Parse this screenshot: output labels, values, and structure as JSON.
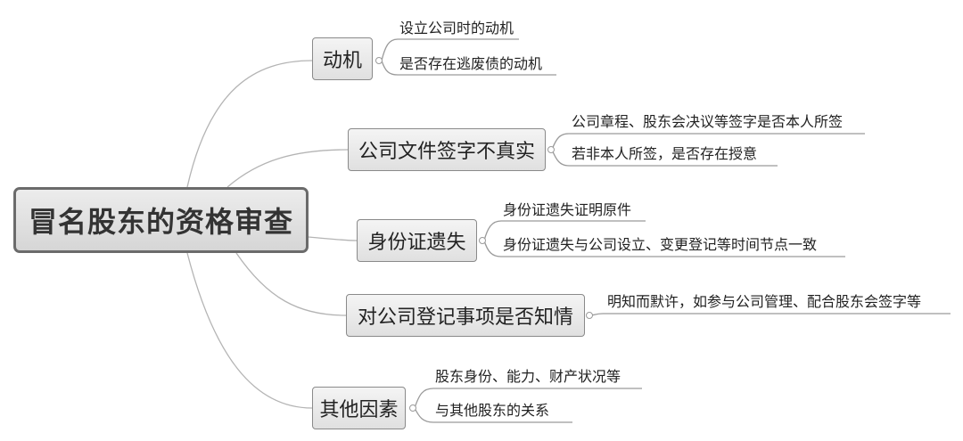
{
  "root": {
    "label": "冒名股东的资格审查"
  },
  "branches": [
    {
      "label": "动机",
      "items": [
        "设立公司时的动机",
        "是否存在逃废债的动机"
      ]
    },
    {
      "label": "公司文件签字不真实",
      "items": [
        "公司章程、股东会决议等签字是否本人所签",
        "若非本人所签，是否存在授意"
      ]
    },
    {
      "label": "身份证遗失",
      "items": [
        "身份证遗失证明原件",
        "身份证遗失与公司设立、变更登记等时间节点一致"
      ]
    },
    {
      "label": "对公司登记事项是否知情",
      "items": [
        "明知而默许，如参与公司管理、配合股东会签字等"
      ]
    },
    {
      "label": "其他因素",
      "items": [
        "股东身份、能力、财产状况等",
        "与其他股东的关系"
      ]
    }
  ]
}
